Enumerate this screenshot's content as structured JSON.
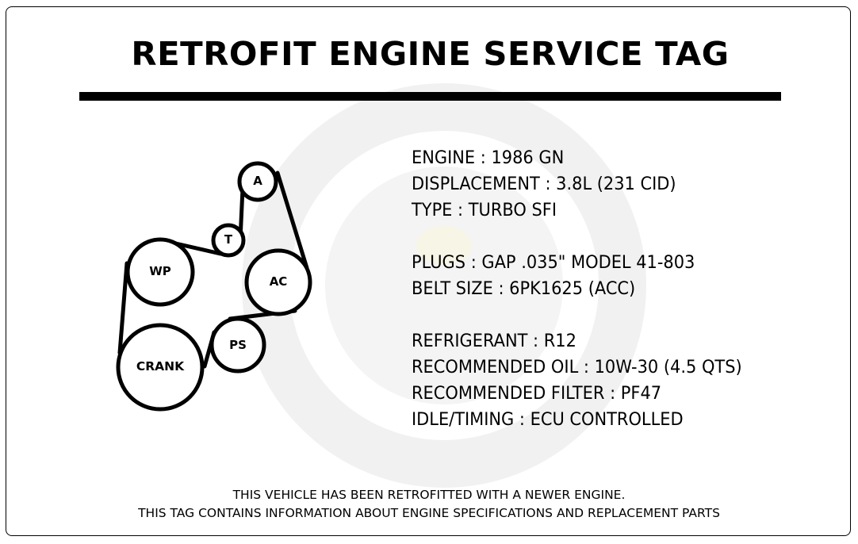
{
  "tag": {
    "title": "RETROFIT ENGINE SERVICE TAG",
    "colors": {
      "ink": "#000000",
      "background": "#ffffff",
      "watermark": "#f2f2f2"
    }
  },
  "belt_diagram": {
    "pulleys": [
      {
        "id": "alternator",
        "label": "A"
      },
      {
        "id": "tensioner",
        "label": "T"
      },
      {
        "id": "water-pump",
        "label": "WP"
      },
      {
        "id": "ac-compressor",
        "label": "AC"
      },
      {
        "id": "power-steering",
        "label": "PS"
      },
      {
        "id": "crankshaft",
        "label": "CRANK"
      }
    ]
  },
  "specs": {
    "group1": [
      {
        "key": "ENGINE",
        "value": "1986 GN",
        "line": "ENGINE : 1986 GN"
      },
      {
        "key": "DISPLACEMENT",
        "value": "3.8L (231 CID)",
        "line": "DISPLACEMENT : 3.8L (231 CID)"
      },
      {
        "key": "TYPE",
        "value": "TURBO SFI",
        "line": "TYPE : TURBO SFI"
      }
    ],
    "group2": [
      {
        "key": "PLUGS",
        "value": "GAP .035\" MODEL 41-803",
        "line": "PLUGS : GAP .035\" MODEL 41-803"
      },
      {
        "key": "BELT SIZE",
        "value": "6PK1625 (ACC)",
        "line": "BELT SIZE : 6PK1625 (ACC)"
      }
    ],
    "group3": [
      {
        "key": "REFRIGERANT",
        "value": "R12",
        "line": "REFRIGERANT : R12"
      },
      {
        "key": "RECOMMENDED OIL",
        "value": "10W-30 (4.5 QTS)",
        "line": "RECOMMENDED OIL : 10W-30 (4.5 QTS)"
      },
      {
        "key": "RECOMMENDED FILTER",
        "value": "PF47",
        "line": "RECOMMENDED FILTER : PF47"
      },
      {
        "key": "IDLE/TIMING",
        "value": "ECU CONTROLLED",
        "line": "IDLE/TIMING : ECU CONTROLLED"
      }
    ]
  },
  "footer": {
    "line1": "THIS VEHICLE HAS BEEN RETROFITTED WITH A NEWER ENGINE.",
    "line2": "THIS TAG CONTAINS INFORMATION ABOUT ENGINE SPECIFICATIONS AND REPLACEMENT PARTS"
  }
}
